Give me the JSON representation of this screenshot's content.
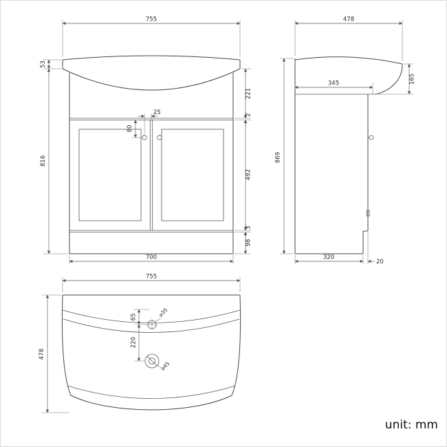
{
  "unit_label": "unit: mm",
  "front_view": {
    "width_overall": "755",
    "basin_lip_height": "53",
    "body_height": "816",
    "upper_section": "221",
    "gap_top": "2",
    "door_height": "492",
    "gap_bottom": "3",
    "plinth_height": "98",
    "cabinet_width": "700",
    "handle_drop": "80",
    "handle_offset": "25"
  },
  "side_view": {
    "depth_overall": "478",
    "basin_height": "165",
    "basin_depth": "345",
    "total_height": "869",
    "base_depth": "320",
    "toe_recess": "20"
  },
  "top_view": {
    "width_overall": "755",
    "depth_overall": "478",
    "faucet_setback": "65",
    "drain_distance": "220",
    "faucet_hole": "⌀35",
    "drain_hole": "⌀45"
  }
}
